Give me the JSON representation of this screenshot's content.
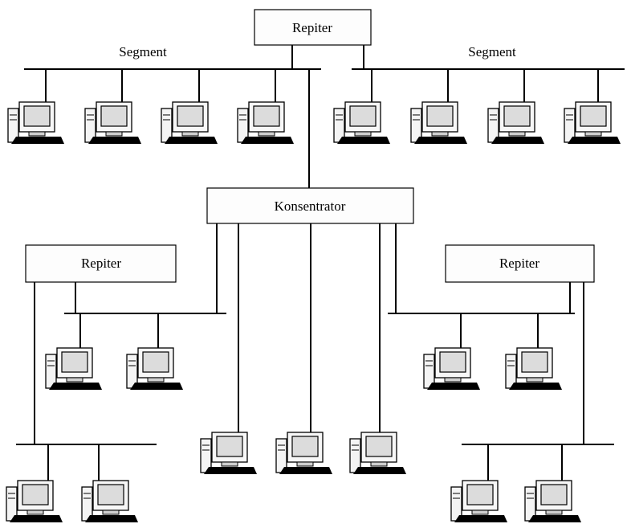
{
  "labels": {
    "top_repeater": "Repiter",
    "segment_left": "Segment",
    "segment_right": "Segment",
    "hub": "Konsentrator",
    "left_repeater": "Repiter",
    "right_repeater": "Repiter"
  },
  "icons": {
    "workstation": "desktop-computer-icon"
  }
}
